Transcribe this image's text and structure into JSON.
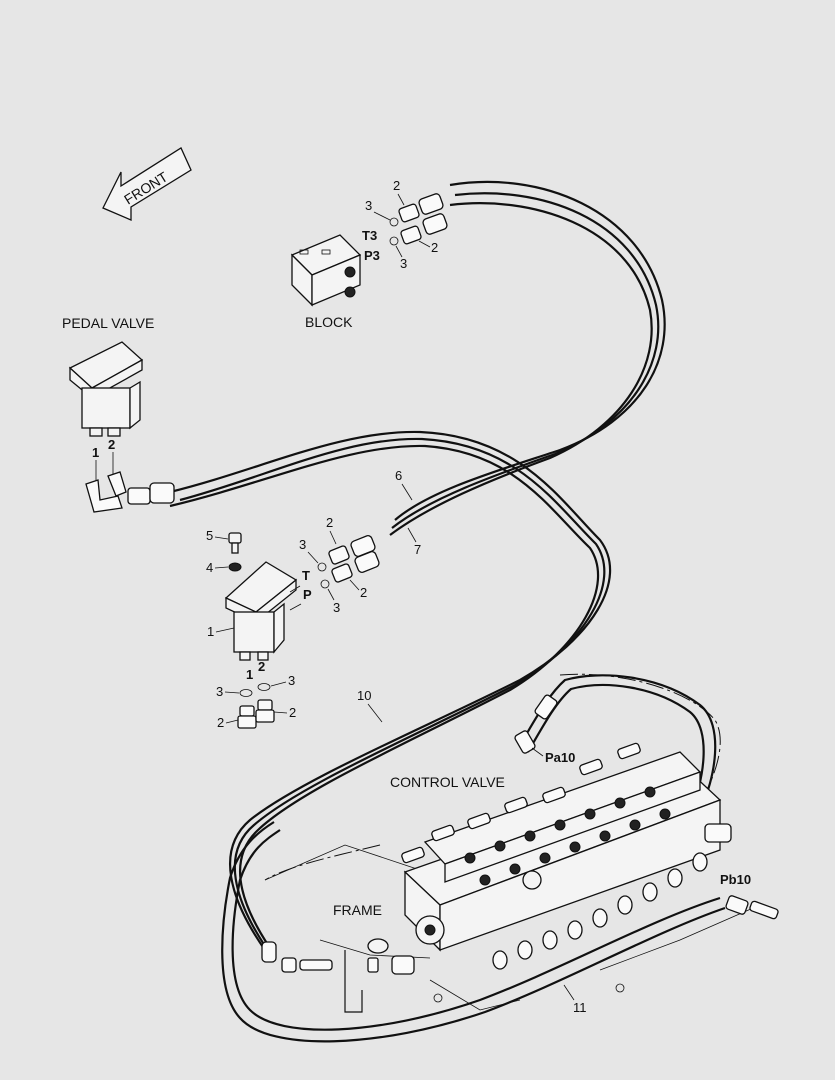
{
  "labels": {
    "front": "FRONT",
    "block": "BLOCK",
    "pedal_valve": "PEDAL VALVE",
    "control_valve": "CONTROL VALVE",
    "frame": "FRAME",
    "port_t3": "T3",
    "port_p3": "P3",
    "port_t": "T",
    "port_p": "P",
    "port_pa10": "Pa10",
    "port_pb10": "Pb10",
    "pedal_port_1": "1",
    "pedal_port_2": "2",
    "valve_port_1": "1",
    "valve_port_2": "2"
  },
  "callouts": {
    "block_fitting_upper": "2",
    "block_fitting_lower": "2",
    "block_oring_upper": "3",
    "block_oring_lower": "3",
    "hose_6": "6",
    "hose_7": "7",
    "hose_10": "10",
    "hose_11": "11",
    "valve_fitting_upper": "2",
    "valve_fitting_lower": "2",
    "valve_oring_upper": "3",
    "valve_oring_lower": "3",
    "bolt": "5",
    "washer": "4",
    "pedal_valve_body": "1",
    "bottom_oring_left": "3",
    "bottom_oring_right": "3",
    "bottom_fitting_left": "2",
    "bottom_fitting_right": "2"
  }
}
